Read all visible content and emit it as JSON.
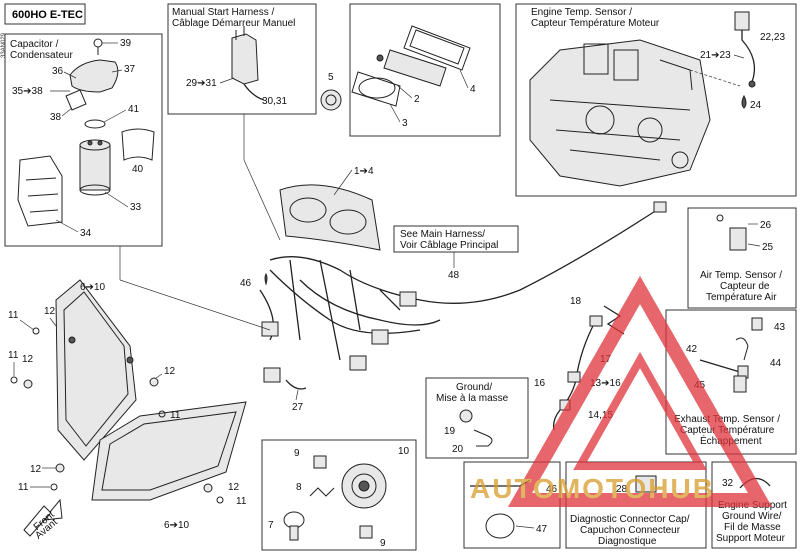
{
  "side_code": "33AN029",
  "model_label": "600HO E-TEC",
  "boxes": {
    "capacitor": {
      "title_line1": "Capacitor /",
      "title_line2": "Condensateur"
    },
    "manual_start": {
      "title_line1": "Manual Start Harness /",
      "title_line2": "Câblage Démarreur Manuel"
    },
    "engine_temp": {
      "title_line1": "Engine Temp. Sensor /",
      "title_line2": "Capteur Température Moteur"
    },
    "main_harness": {
      "title_line1": "See Main Harness/",
      "title_line2": "Voir Câblage Principal"
    },
    "air_temp": {
      "title_line1": "Air Temp. Sensor /",
      "title_line2": "Capteur de",
      "title_line3": "Température Air"
    },
    "ground": {
      "title_line1": "Ground/",
      "title_line2": "Mise à la masse"
    },
    "exhaust_temp": {
      "title_line1": "Exhaust Temp. Sensor /",
      "title_line2": "Capteur Température",
      "title_line3": "Échappement"
    },
    "diag_cap": {
      "title_line1": "Diagnostic Connector Cap/",
      "title_line2": "Capuchon Connecteur",
      "title_line3": "Diagnostique"
    },
    "engine_ground": {
      "title_line1": "Engine Support",
      "title_line2": "Ground Wire/",
      "title_line3": "Fil de Masse",
      "title_line4": "Support Moteur"
    }
  },
  "front_arrow": {
    "line1": "Front",
    "line2": "Avant"
  },
  "callouts": {
    "c39": "39",
    "c36": "36",
    "c37": "37",
    "c35_38": "35➔38",
    "c38": "38",
    "c41": "41",
    "c40": "40",
    "c33": "33",
    "c34": "34",
    "c29_31": "29➔31",
    "c30_31": "30,31",
    "c5": "5",
    "c2": "2",
    "c3": "3",
    "c4": "4",
    "c21_23": "21➔23",
    "c22_23": "22,23",
    "c24": "24",
    "c1_4": "1➔4",
    "c46a": "46",
    "c6_10a": "6➔10",
    "c11a": "11",
    "c12a": "12",
    "c11b": "11",
    "c12b": "12",
    "c12c": "12",
    "c27": "27",
    "c48": "48",
    "c26": "26",
    "c25": "25",
    "c18": "18",
    "c17": "17",
    "c16": "16",
    "c13_16": "13➔16",
    "c14_15": "14,15",
    "c43": "43",
    "c42": "42",
    "c44": "44",
    "c45": "45",
    "c19": "19",
    "c20": "20",
    "c12d": "12",
    "c11c": "11",
    "c12e": "12",
    "c11d": "11",
    "c11e": "11",
    "c6_10b": "6➔10",
    "c9a": "9",
    "c10": "10",
    "c8": "8",
    "c7": "7",
    "c9b": "9",
    "c46b": "46",
    "c47": "47",
    "c28": "28",
    "c32": "32"
  },
  "watermark": {
    "text": "AUTOMOTOHUB",
    "color": "#e0343a"
  },
  "colors": {
    "line": "#222222",
    "box_border": "#333333",
    "watermark_red": "#e0343a"
  }
}
